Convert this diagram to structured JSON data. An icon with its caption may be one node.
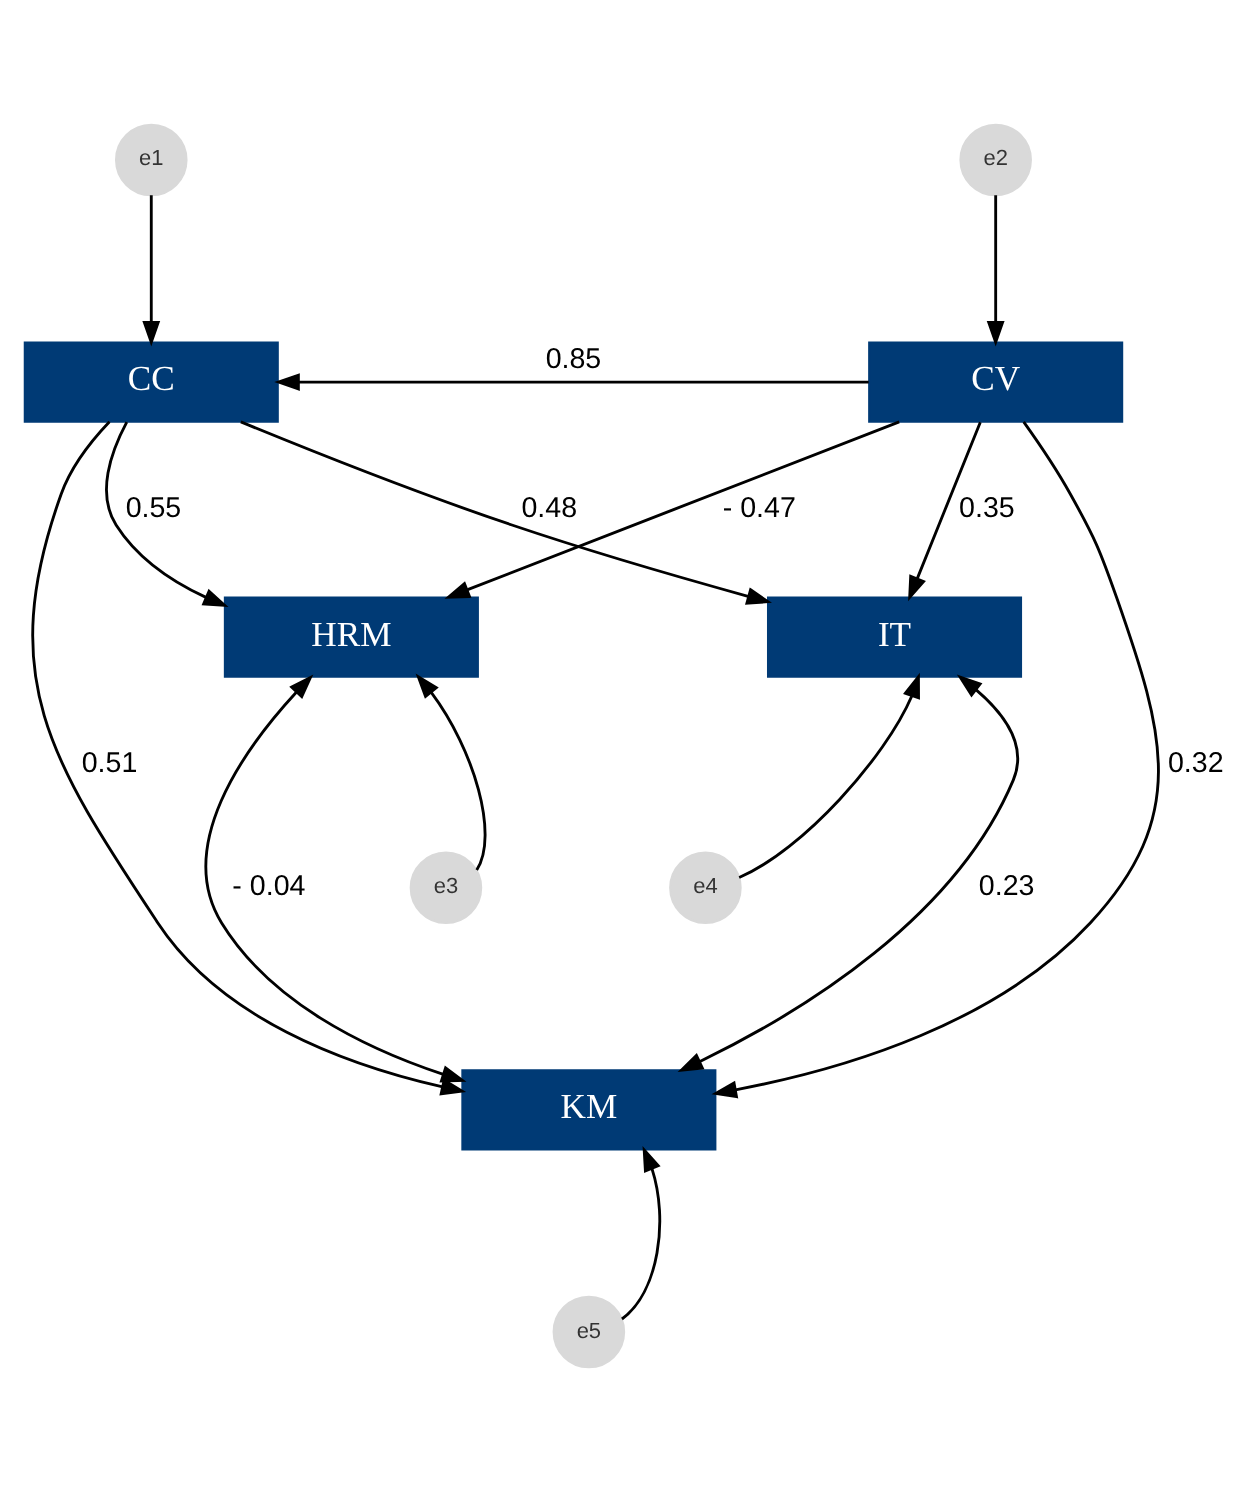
{
  "diagram": {
    "nodes": [
      {
        "text": [
          "e1"
        ]
      },
      {
        "text": [
          "e2"
        ]
      },
      {
        "text": [
          "CC"
        ]
      },
      {
        "text": [
          "CV"
        ]
      },
      {
        "text": [
          "HRM"
        ]
      },
      {
        "text": [
          "IT"
        ]
      },
      {
        "text": [
          "e3"
        ]
      },
      {
        "text": [
          "e4"
        ]
      },
      {
        "text": [
          "KM"
        ]
      },
      {
        "text": [
          "e5"
        ]
      }
    ],
    "edges": [
      {
        "from": 0,
        "to": 2,
        "arrow": "to"
      },
      {
        "from": 1,
        "to": 3,
        "arrow": "to"
      },
      {
        "from": 3,
        "to": 2,
        "arrow": "to",
        "label": "0.85"
      },
      {
        "from": 2,
        "to": 4,
        "arrow": "to",
        "label": "0.55"
      },
      {
        "from": 3,
        "to": 4,
        "arrow": "to",
        "label": "- 0.47"
      },
      {
        "from": 2,
        "to": 5,
        "arrow": "to",
        "label": "0.48"
      },
      {
        "from": 3,
        "to": 5,
        "arrow": "to",
        "label": "0.35"
      },
      {
        "from": 2,
        "to": 8,
        "arrow": "to",
        "label": "0.51"
      },
      {
        "from": 3,
        "to": 8,
        "arrow": "to",
        "label": "0.32"
      },
      {
        "from": 6,
        "to": 4,
        "arrow": "to"
      },
      {
        "from": 7,
        "to": 5,
        "arrow": "to"
      },
      {
        "from": 4,
        "to": 8,
        "arrow": "both",
        "label": "- 0.04"
      },
      {
        "from": 5,
        "to": 8,
        "arrow": "both",
        "label": "0.23"
      },
      {
        "from": 9,
        "to": 8,
        "arrow": "to"
      }
    ]
  }
}
